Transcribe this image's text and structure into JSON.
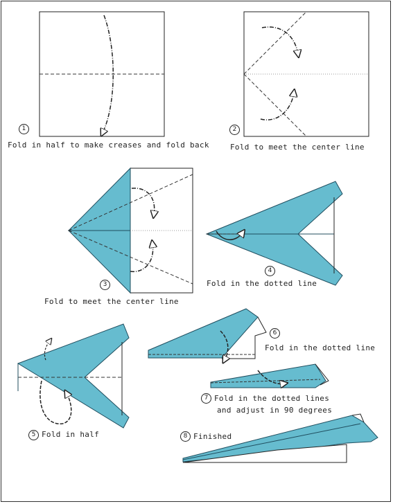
{
  "colors": {
    "paper": "#66bccf",
    "paper_edge": "#1f4d5e",
    "line": "#222222",
    "dashed": "#333333"
  },
  "steps": [
    {
      "number": "1",
      "caption": "Fold in half to make creases and fold back"
    },
    {
      "number": "2",
      "caption": "Fold to meet the center line"
    },
    {
      "number": "3",
      "caption": "Fold to meet the center line"
    },
    {
      "number": "4",
      "caption": "Fold in the dotted line"
    },
    {
      "number": "5",
      "caption": "Fold in half"
    },
    {
      "number": "6",
      "caption": "Fold in the dotted line"
    },
    {
      "number": "7",
      "caption": "Fold in the dotted lines",
      "caption2": "and adjust in 90 degrees"
    },
    {
      "number": "8",
      "caption": "Finished"
    }
  ],
  "icons": [
    "fold-arrow-icon",
    "circled-number-icon"
  ]
}
